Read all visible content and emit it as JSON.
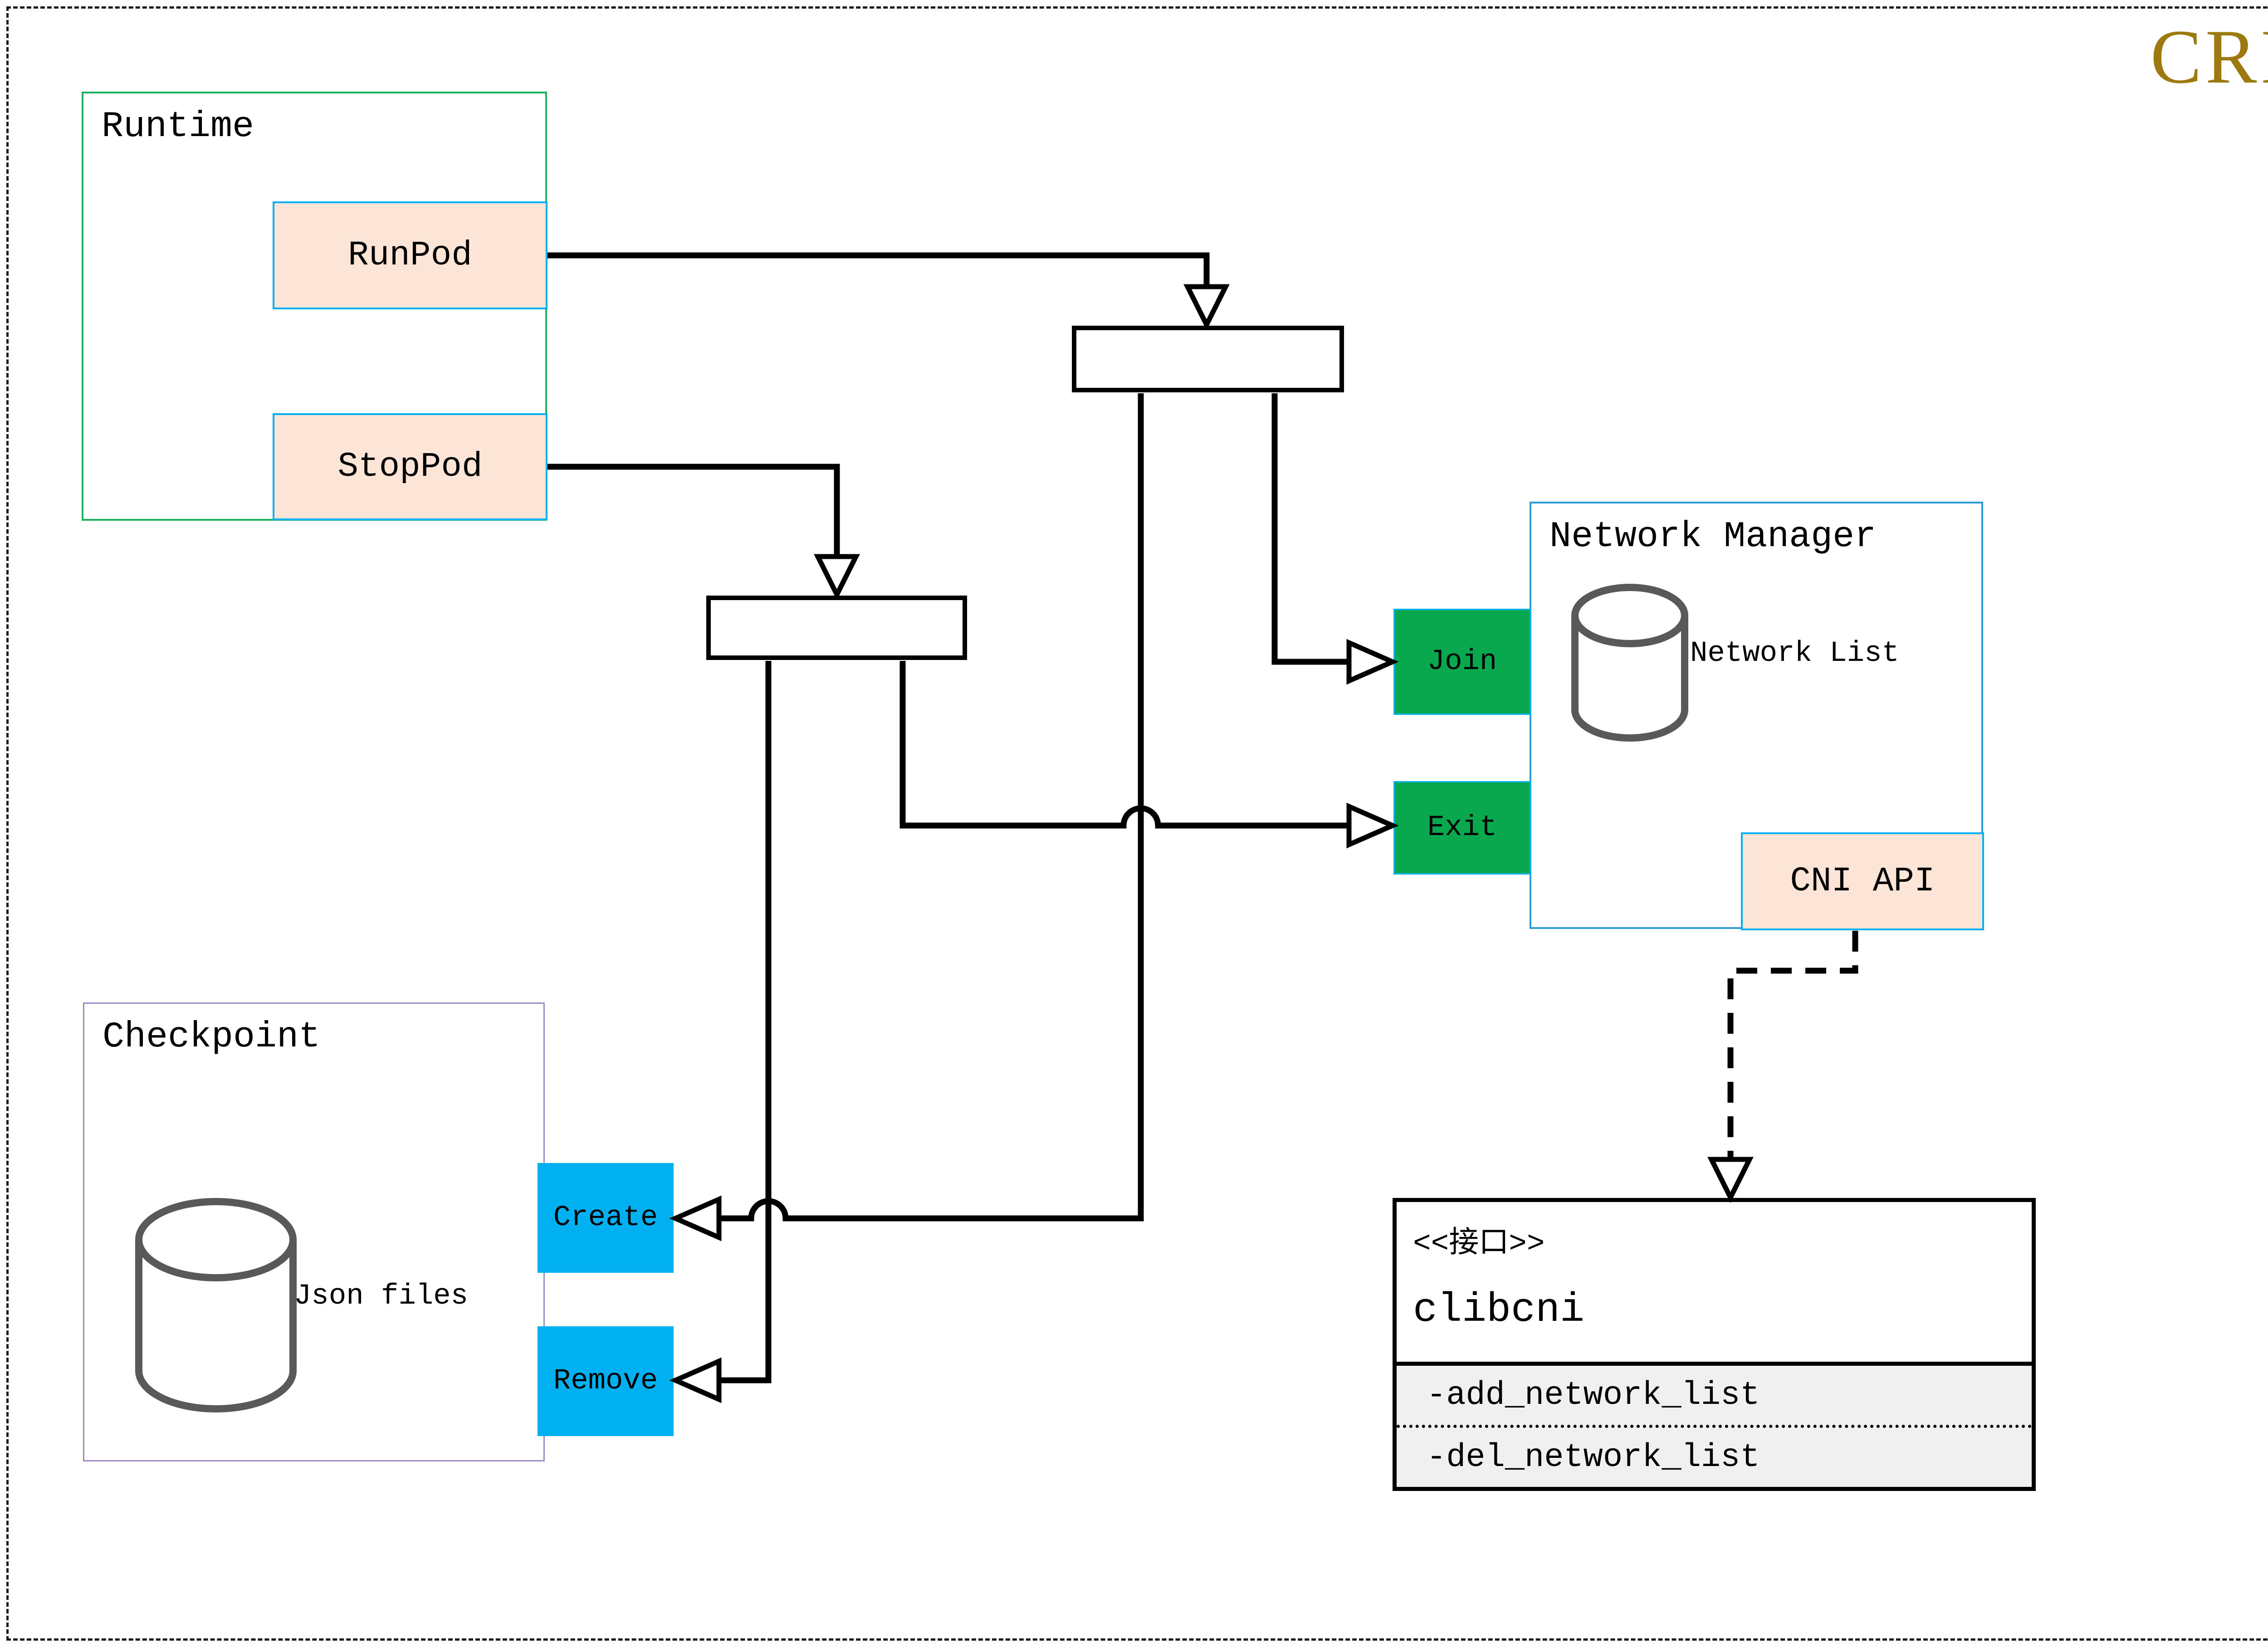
{
  "page_title": "CRI",
  "colors": {
    "gold": "#9c7a10",
    "runtime_border": "#1db35e",
    "cyan": "#00b0f0",
    "peach": "#fce4d6",
    "button_green": "#0aa84e",
    "button_blue": "#00b0f0",
    "cylinder_gray": "#595959",
    "checkpoint_border": "#9e8ac4",
    "network_manager_border": "#2e9bd5",
    "attr_bg": "#f0f0f0",
    "line_black": "#000000"
  },
  "runtime": {
    "title": "Runtime",
    "buttons": {
      "runpod": "RunPod",
      "stoppod": "StopPod"
    }
  },
  "network_manager": {
    "title": "Network Manager",
    "datastore": "Network List",
    "buttons": {
      "join": "Join",
      "exit": "Exit"
    },
    "api": "CNI API"
  },
  "checkpoint": {
    "title": "Checkpoint",
    "datastore": "Json files",
    "buttons": {
      "create": "Create",
      "remove": "Remove"
    }
  },
  "clibcni": {
    "stereotype": "<<接口>>",
    "name": "clibcni",
    "methods": [
      "-add_network_list",
      "-del_network_list"
    ]
  }
}
